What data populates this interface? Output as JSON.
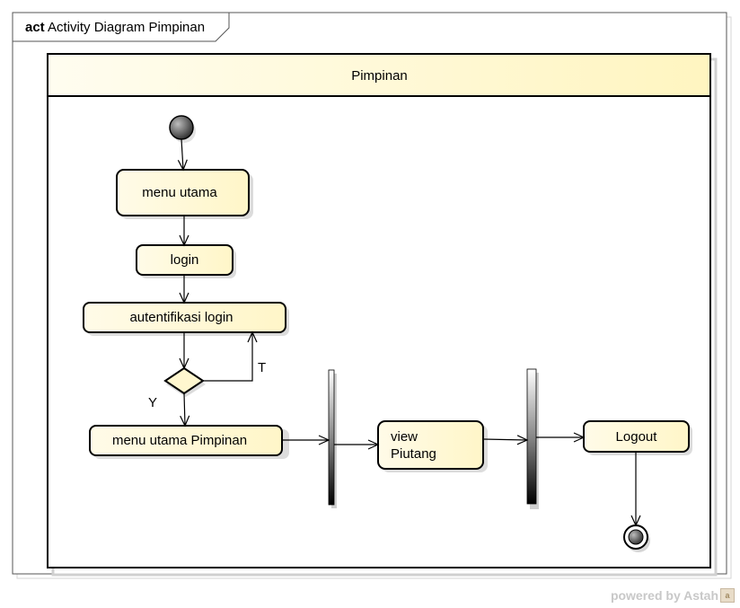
{
  "frame": {
    "keyword": "act",
    "title": "Activity Diagram Pimpinan"
  },
  "swimlane": {
    "name": "Pimpinan",
    "header_color": "#fff8c8"
  },
  "actions": {
    "menu_utama": "menu utama",
    "login": "login",
    "autentifikasi": "autentifikasi login",
    "menu_utama_pimpinan": "menu utama Pimpinan",
    "view_piutang_1": "view",
    "view_piutang_2": "Piutang",
    "logout": "Logout"
  },
  "guards": {
    "yes": "Y",
    "no": "T"
  },
  "watermark": {
    "text": "powered by Astah"
  },
  "colors": {
    "action_fill": "#fffbe0",
    "stroke": "#000000",
    "bar_dark": "#101010"
  }
}
